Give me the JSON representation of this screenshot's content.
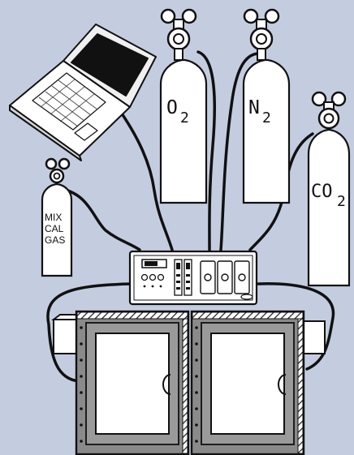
{
  "background_color": "#c4cde0",
  "cylinders": {
    "o2": {
      "symbol": "O",
      "subscript": "2"
    },
    "n2": {
      "symbol": "N",
      "subscript": "2"
    },
    "co2": {
      "symbol": "CO",
      "subscript": "2"
    },
    "mix": {
      "line1": "MIX",
      "line2": "CAL",
      "line3": "GAS"
    }
  },
  "icons": [
    "laptop-icon",
    "gas-cylinder-icon",
    "valve-icon",
    "controller-unit-icon",
    "incubator-chamber-icon"
  ]
}
